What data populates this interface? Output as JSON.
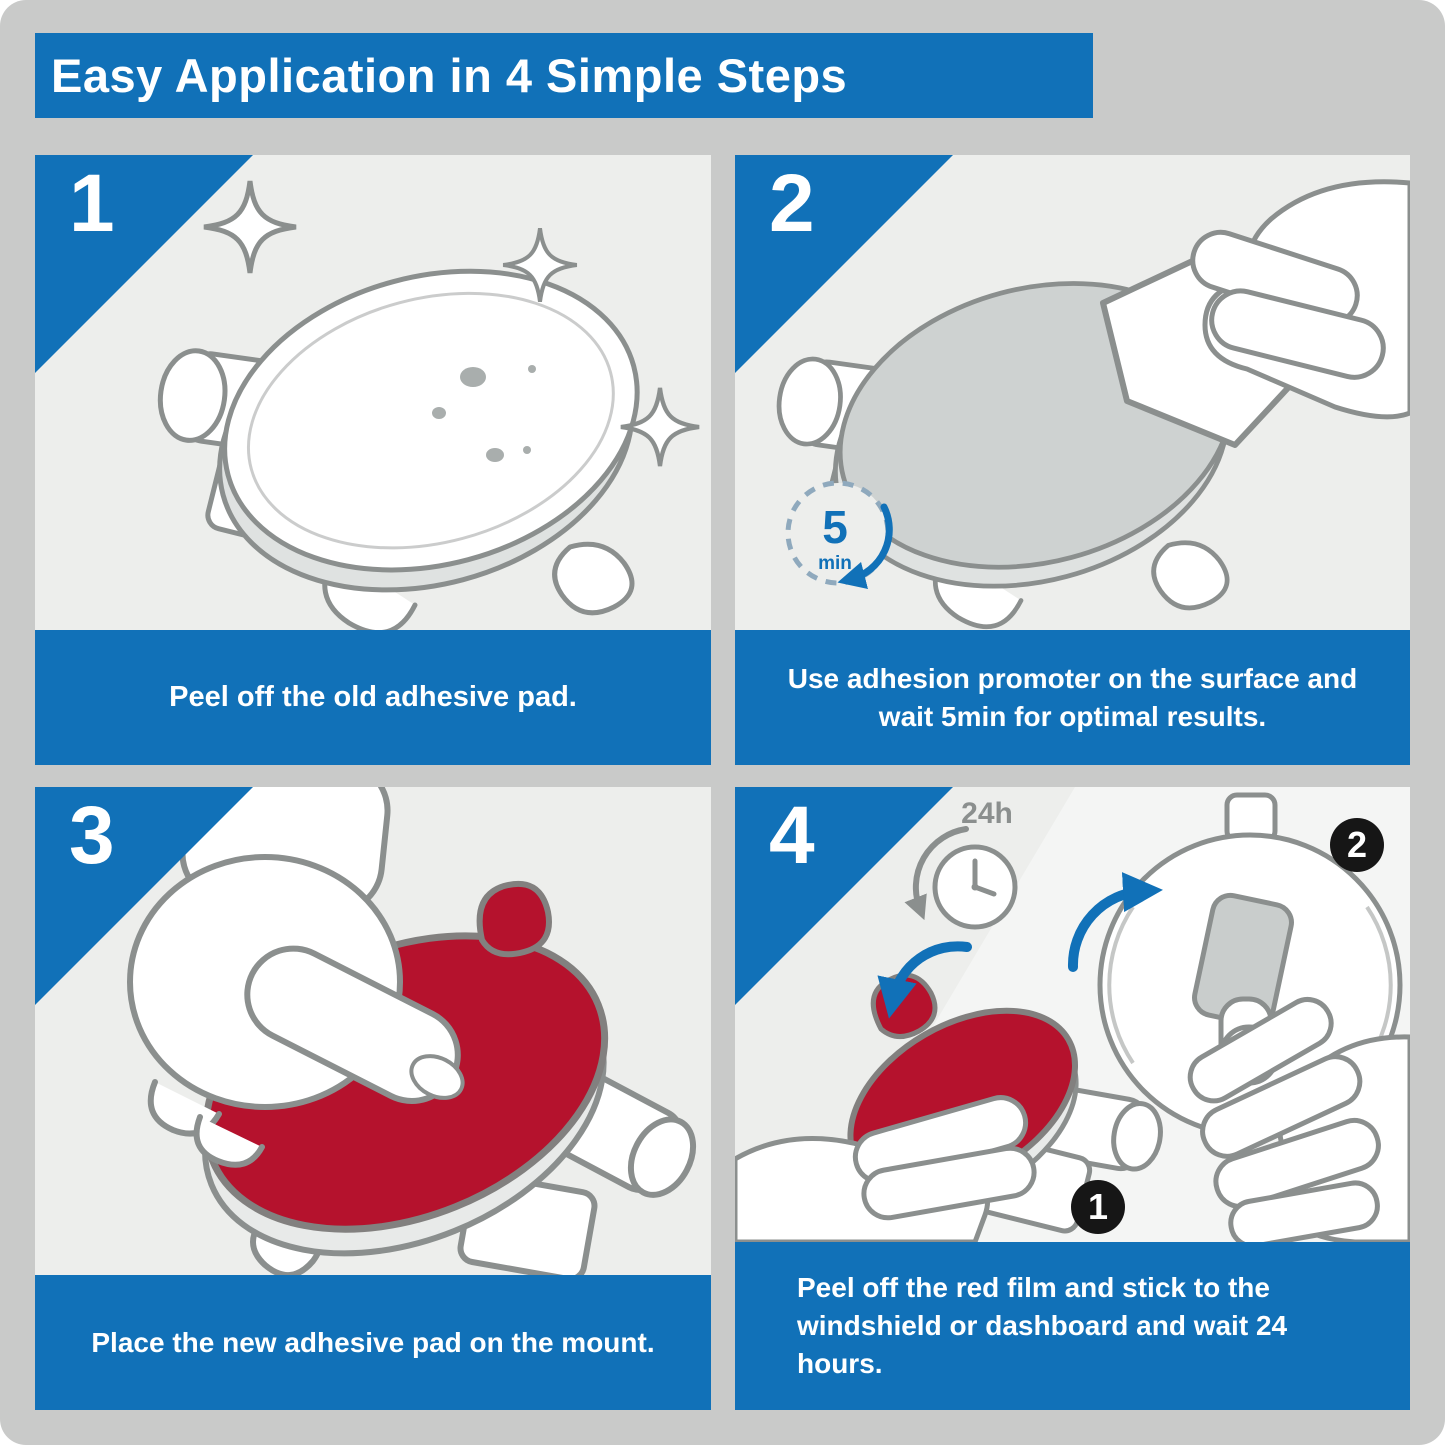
{
  "colors": {
    "accent_blue": "#1171b8",
    "pad_red": "#b5122d",
    "line_gray": "#8b8f8e",
    "badge_black": "#161616",
    "page_background": "#c9cac9",
    "panel_background": "#edeeec"
  },
  "header": {
    "title": "Easy Application in 4 Simple Steps"
  },
  "steps": [
    {
      "number": "1",
      "caption": "Peel off the old adhesive pad."
    },
    {
      "number": "2",
      "caption": "Use adhesion promoter on the surface and wait 5min for optimal results.",
      "timer": {
        "value": "5",
        "unit": "min"
      }
    },
    {
      "number": "3",
      "caption": "Place the new adhesive pad on the mount."
    },
    {
      "number": "4",
      "caption": "Peel off the red film and stick to the windshield or dashboard and wait 24 hours.",
      "clock_label": "24h",
      "badges": [
        "1",
        "2"
      ]
    }
  ]
}
